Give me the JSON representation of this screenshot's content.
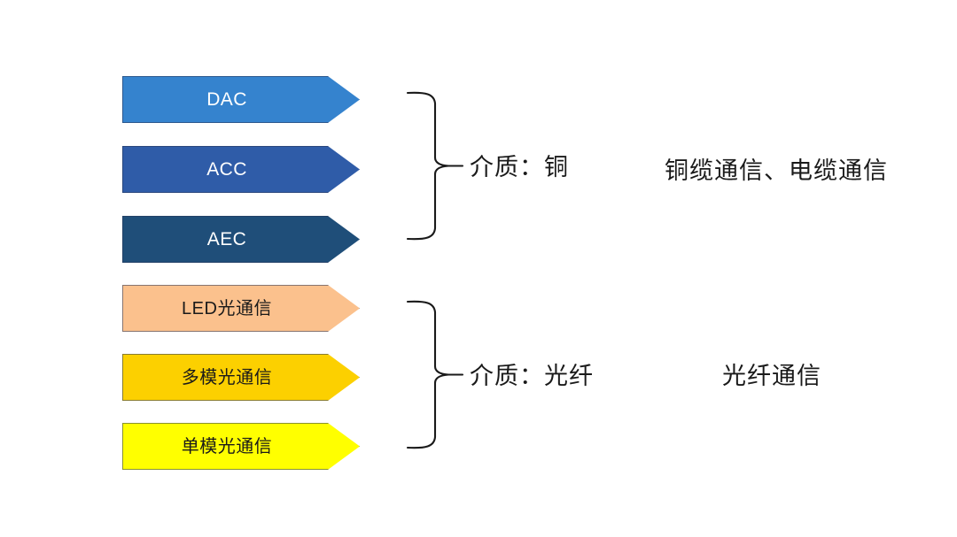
{
  "diagram": {
    "title": "Communication media classification",
    "background_color": "#ffffff",
    "arrows": [
      {
        "id": "dac",
        "label": "DAC",
        "fill": "#3583CE",
        "text_color": "#ffffff",
        "script": "latin"
      },
      {
        "id": "acc",
        "label": "ACC",
        "fill": "#2F5CA8",
        "text_color": "#ffffff",
        "script": "latin"
      },
      {
        "id": "aec",
        "label": "AEC",
        "fill": "#1F4E79",
        "text_color": "#ffffff",
        "script": "latin"
      },
      {
        "id": "led",
        "label": "LED光通信",
        "fill": "#FBC18D",
        "text_color": "#1a1a1a",
        "script": "cjk"
      },
      {
        "id": "mmf",
        "label": "多模光通信",
        "fill": "#FCD000",
        "text_color": "#1a1a1a",
        "script": "cjk"
      },
      {
        "id": "smf",
        "label": "单模光通信",
        "fill": "#FFFF00",
        "text_color": "#1a1a1a",
        "script": "cjk"
      }
    ],
    "groups": [
      {
        "id": "copper",
        "brace_label": "介质：铜",
        "side_label": "铜缆通信、电缆通信",
        "members": [
          "dac",
          "acc",
          "aec"
        ]
      },
      {
        "id": "fiber",
        "brace_label": "介质：光纤",
        "side_label": "光纤通信",
        "members": [
          "led",
          "mmf",
          "smf"
        ]
      }
    ],
    "line_color": "#1a1a1a"
  }
}
